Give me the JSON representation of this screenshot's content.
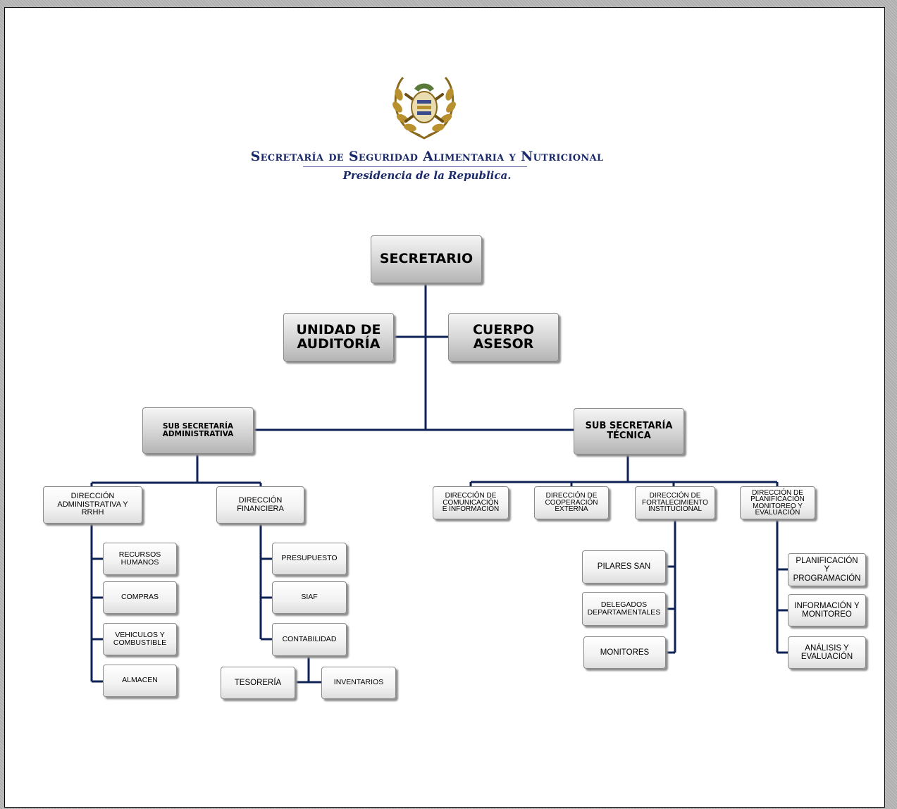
{
  "header": {
    "emblem": "coat-of-arms-emblem",
    "org_name": "Secretaría de Seguridad Alimentaria y Nutricional",
    "org_subtitle": "Presidencia de la Republica."
  },
  "colors": {
    "connector": "#0f2256",
    "box_border": "#8a8a8a",
    "header_text": "#1a2a6a"
  },
  "org_chart": {
    "secretario": "SECRETARIO",
    "unidad_auditoria": "UNIDAD DE\nAUDITORÍA",
    "cuerpo_asesor": "CUERPO\nASESOR",
    "sub_admin": "SUB SECRETARÍA\nADMINISTRATIVA",
    "sub_tecnica": "SUB SECRETARÍA\nTÉCNICA",
    "dir_admin_rrhh": "DIRECCIÓN\nADMINISTRATIVA Y\nRRHH",
    "dir_financiera": "DIRECCIÓN\nFINANCIERA",
    "dir_comunicacion": "DIRECCIÓN DE\nCOMUNICACIÓN\nE INFORMACIÓN",
    "dir_cooperacion": "DIRECCIÓN DE\nCOOPERACIÓN\nEXTERNA",
    "dir_fortalecimiento": "DIRECCIÓN DE\nFORTALECIMIENTO\nINSTITUCIONAL",
    "dir_planificacion": "DIRECCIÓN DE\nPLANIFICACIÓN\nMONITOREO Y\nEVALUACIÓN",
    "recursos_humanos": "RECURSOS\nHUMANOS",
    "compras": "COMPRAS",
    "vehiculos": "VEHICULOS Y\nCOMBUSTIBLE",
    "almacen": "ALMACEN",
    "presupuesto": "PRESUPUESTO",
    "siaf": "SIAF",
    "contabilidad": "CONTABILIDAD",
    "tesoreria": "TESORERÍA",
    "inventarios": "INVENTARIOS",
    "pilares_san": "PILARES SAN",
    "delegados": "DELEGADOS\nDEPARTAMENTALES",
    "monitores": "MONITORES",
    "planificacion_programacion": "PLANIFICACIÓN\nY\nPROGRAMACIÓN",
    "informacion_monitoreo": "INFORMACIÓN Y\nMONITOREO",
    "analisis_evaluacion": "ANÁLISIS Y\nEVALUACIÓN"
  }
}
